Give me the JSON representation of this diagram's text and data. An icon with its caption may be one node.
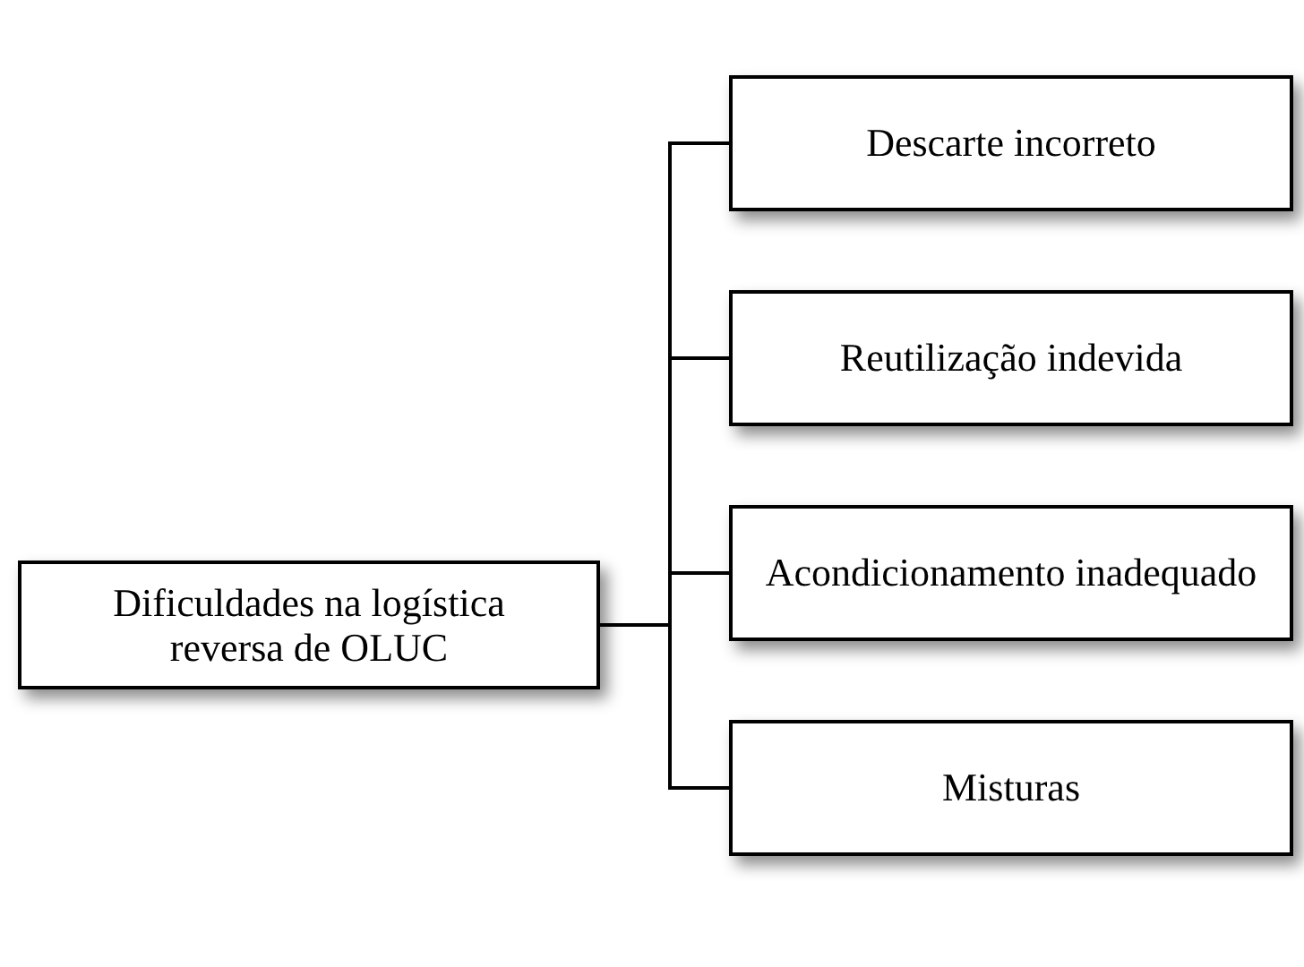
{
  "diagram": {
    "nodes": [
      {
        "text": [
          "Dificuldades na logística reversa de OLUC"
        ]
      },
      {
        "text": [
          "Descarte incorreto"
        ]
      },
      {
        "text": [
          "Reutilização indevida"
        ]
      },
      {
        "text": [
          "Acondicionamento inadequado"
        ]
      },
      {
        "text": [
          "Misturas"
        ]
      }
    ],
    "edges": [
      {
        "from": 0,
        "to": 1,
        "arrow": "none"
      },
      {
        "from": 0,
        "to": 2,
        "arrow": "none"
      },
      {
        "from": 0,
        "to": 3,
        "arrow": "none"
      },
      {
        "from": 0,
        "to": 4,
        "arrow": "none"
      }
    ]
  }
}
